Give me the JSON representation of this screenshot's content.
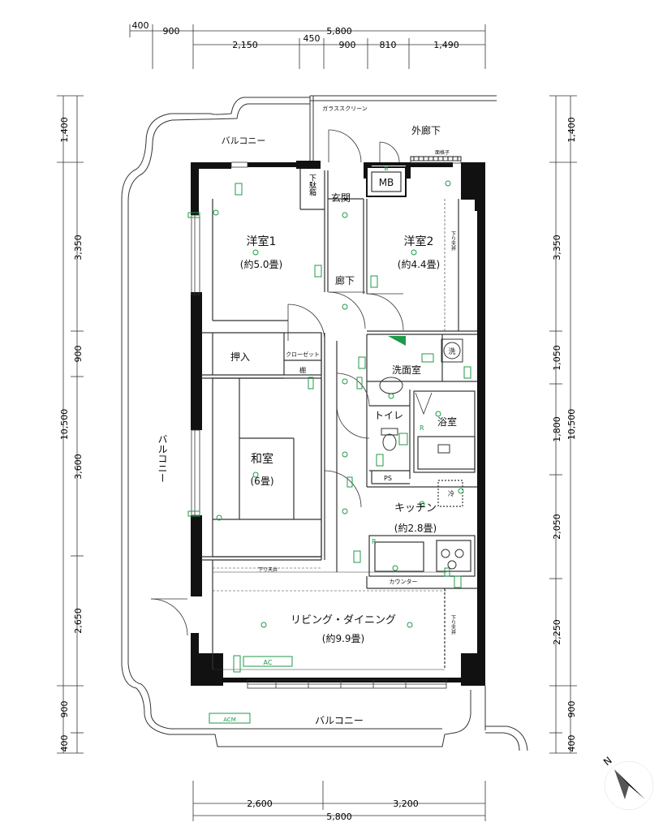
{
  "dimensions": {
    "top": [
      "400",
      "900",
      "5,800",
      "2,150",
      "450",
      "900",
      "810",
      "1,490"
    ],
    "bottom": [
      "2,600",
      "3,200",
      "5,800"
    ],
    "left": [
      "1,400",
      "3,350",
      "900",
      "10,500",
      "3,600",
      "2,650",
      "900",
      "400"
    ],
    "right": [
      "1,400",
      "3,350",
      "1,050",
      "1,800",
      "10,500",
      "2,050",
      "2,250",
      "900",
      "400"
    ]
  },
  "labels": {
    "glass_screen": "ガラススクリーン",
    "outer_corridor": "外廊下",
    "balcony_top": "バルコニー",
    "balcony_left": "バルコニー",
    "balcony_bottom": "バルコニー",
    "grille": "面格子",
    "mb": "MB",
    "shoebox": "下駄箱",
    "entrance": "玄関",
    "bedroom1": "洋室1",
    "bedroom1_size": "(約5.0畳)",
    "bedroom2": "洋室2",
    "bedroom2_size": "(約4.4畳)",
    "hallway": "廊下",
    "lowered_ceiling_right": "下り天井",
    "oshiire": "押入",
    "closet": "クローゼット",
    "shelf": "棚",
    "washroom": "洗面室",
    "washer": "洗",
    "toilet": "トイレ",
    "bath": "浴室",
    "washitsu": "和室",
    "washitsu_size": "(6畳)",
    "ps": "PS",
    "kitchen": "キッチン",
    "kitchen_size": "(約2.8畳)",
    "fridge": "冷",
    "lowered_ceiling_mid": "下り天井",
    "counter": "カウンター",
    "living": "リビング・ダイニング",
    "living_size": "(約9.9畳)",
    "lowered_ceiling_living": "下り天井",
    "ac": "AC",
    "acm": "ACM",
    "north": "N",
    "b": "B",
    "r1": "R",
    "r2": "R"
  }
}
